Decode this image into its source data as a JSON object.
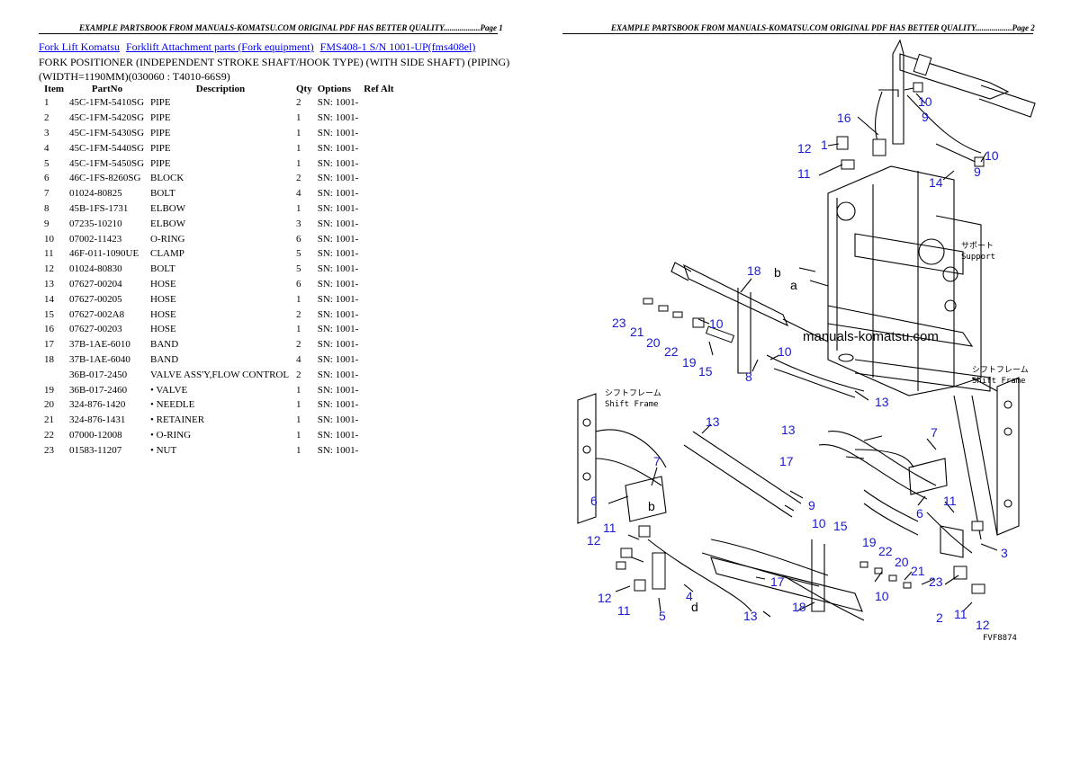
{
  "page1_header": "EXAMPLE PARTSBOOK FROM MANUALS-KOMATSU.COM ORIGINAL PDF HAS BETTER QUALITY..................Page 1",
  "page2_header": "EXAMPLE PARTSBOOK FROM MANUALS-KOMATSU.COM ORIGINAL PDF HAS BETTER QUALITY..................Page 2",
  "breadcrumb": [
    "Fork Lift Komatsu",
    "Forklift Attachment parts (Fork equipment)",
    "FMS408-1 S/N 1001-UP(fms408el)"
  ],
  "title": "FORK POSITIONER (INDEPENDENT STROKE SHAFT/HOOK TYPE) (WITH SIDE SHAFT) (PIPING) (WIDTH=1190MM)(030060 : T4010-66S9)",
  "columns": [
    "Item",
    "PartNo",
    "Description",
    "Qty",
    "Options",
    "Ref",
    "Alt"
  ],
  "rows": [
    {
      "item": "1",
      "part": "45C-1FM-5410SG",
      "desc": "PIPE",
      "qty": "2",
      "opt": "SN: 1001-"
    },
    {
      "item": "2",
      "part": "45C-1FM-5420SG",
      "desc": "PIPE",
      "qty": "1",
      "opt": "SN: 1001-"
    },
    {
      "item": "3",
      "part": "45C-1FM-5430SG",
      "desc": "PIPE",
      "qty": "1",
      "opt": "SN: 1001-"
    },
    {
      "item": "4",
      "part": "45C-1FM-5440SG",
      "desc": "PIPE",
      "qty": "1",
      "opt": "SN: 1001-"
    },
    {
      "item": "5",
      "part": "45C-1FM-5450SG",
      "desc": "PIPE",
      "qty": "1",
      "opt": "SN: 1001-"
    },
    {
      "item": "6",
      "part": "46C-1FS-8260SG",
      "desc": "BLOCK",
      "qty": "2",
      "opt": "SN: 1001-"
    },
    {
      "item": "7",
      "part": "01024-80825",
      "desc": "BOLT",
      "qty": "4",
      "opt": "SN: 1001-"
    },
    {
      "item": "8",
      "part": "45B-1FS-1731",
      "desc": "ELBOW",
      "qty": "1",
      "opt": "SN: 1001-"
    },
    {
      "item": "9",
      "part": "07235-10210",
      "desc": "ELBOW",
      "qty": "3",
      "opt": "SN: 1001-"
    },
    {
      "item": "10",
      "part": "07002-11423",
      "desc": "O-RING",
      "qty": "6",
      "opt": "SN: 1001-"
    },
    {
      "item": "11",
      "part": "46F-011-1090UE",
      "desc": "CLAMP",
      "qty": "5",
      "opt": "SN: 1001-"
    },
    {
      "item": "12",
      "part": "01024-80830",
      "desc": "BOLT",
      "qty": "5",
      "opt": "SN: 1001-"
    },
    {
      "item": "13",
      "part": "07627-00204",
      "desc": "HOSE",
      "qty": "6",
      "opt": "SN: 1001-"
    },
    {
      "item": "14",
      "part": "07627-00205",
      "desc": "HOSE",
      "qty": "1",
      "opt": "SN: 1001-"
    },
    {
      "item": "15",
      "part": "07627-002A8",
      "desc": "HOSE",
      "qty": "2",
      "opt": "SN: 1001-"
    },
    {
      "item": "16",
      "part": "07627-00203",
      "desc": "HOSE",
      "qty": "1",
      "opt": "SN: 1001-"
    },
    {
      "item": "17",
      "part": "37B-1AE-6010",
      "desc": "BAND",
      "qty": "2",
      "opt": "SN: 1001-"
    },
    {
      "item": "18",
      "part": "37B-1AE-6040",
      "desc": "BAND",
      "qty": "4",
      "opt": "SN: 1001-"
    },
    {
      "item": "",
      "part": "36B-017-2450",
      "desc": "VALVE ASS'Y,FLOW CONTROL",
      "qty": "2",
      "opt": "SN: 1001-"
    },
    {
      "item": "19",
      "part": "36B-017-2460",
      "desc": "• VALVE",
      "qty": "1",
      "opt": "SN: 1001-"
    },
    {
      "item": "20",
      "part": "324-876-1420",
      "desc": "• NEEDLE",
      "qty": "1",
      "opt": "SN: 1001-"
    },
    {
      "item": "21",
      "part": "324-876-1431",
      "desc": "• RETAINER",
      "qty": "1",
      "opt": "SN: 1001-"
    },
    {
      "item": "22",
      "part": "07000-12008",
      "desc": "• O-RING",
      "qty": "1",
      "opt": "SN: 1001-"
    },
    {
      "item": "23",
      "part": "01583-11207",
      "desc": "• NUT",
      "qty": "1",
      "opt": "SN: 1001-"
    }
  ],
  "diagram": {
    "watermark": "manuals-komatsu.com",
    "support_jp": "サポート",
    "support_en": "Support",
    "shift_frame_jp": "シフトフレーム",
    "shift_frame_en": "Shift Frame",
    "figure_code": "FVF8874",
    "letters": {
      "a": "a",
      "b": "b",
      "d": "d"
    }
  }
}
